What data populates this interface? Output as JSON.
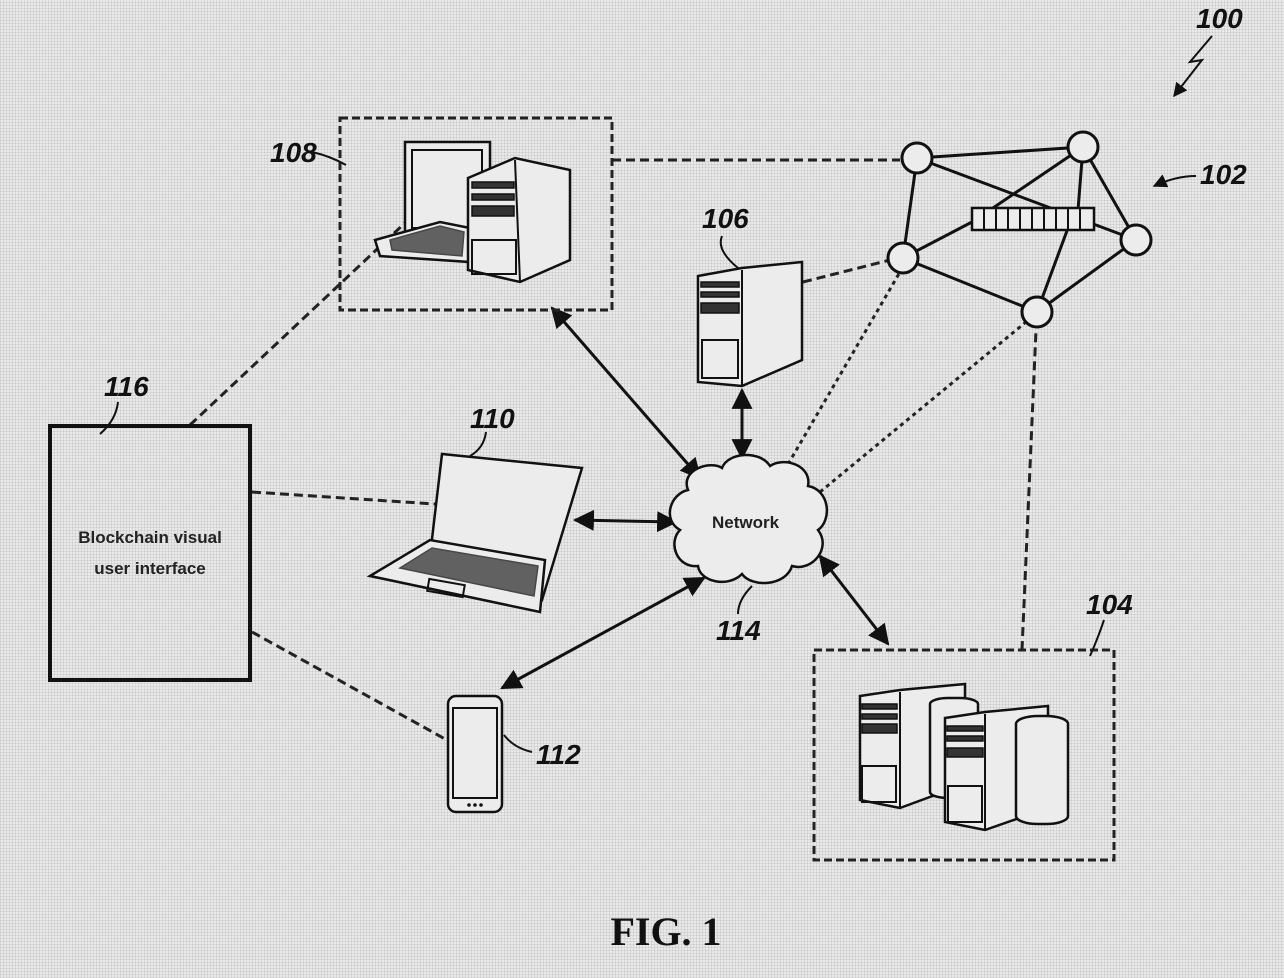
{
  "figure": {
    "caption": "FIG. 1",
    "system_ref": "100"
  },
  "components": {
    "blockchain_network": {
      "ref": "102",
      "node_count": 5
    },
    "server_cluster": {
      "ref": "104"
    },
    "server": {
      "ref": "106"
    },
    "desktop_computer": {
      "ref": "108"
    },
    "laptop": {
      "ref": "110"
    },
    "mobile_phone": {
      "ref": "112"
    },
    "network": {
      "ref": "114",
      "label": "Network"
    },
    "visual_ui": {
      "ref": "116",
      "label_line1": "Blockchain visual",
      "label_line2": "user interface"
    }
  },
  "connections": [
    {
      "from": "desktop_computer",
      "to": "network",
      "style": "solid-bidirectional"
    },
    {
      "from": "laptop",
      "to": "network",
      "style": "solid-bidirectional"
    },
    {
      "from": "mobile_phone",
      "to": "network",
      "style": "solid-bidirectional"
    },
    {
      "from": "server",
      "to": "network",
      "style": "solid-bidirectional"
    },
    {
      "from": "server_cluster",
      "to": "network",
      "style": "solid-bidirectional"
    },
    {
      "from": "visual_ui",
      "to": "desktop_computer",
      "style": "dashed"
    },
    {
      "from": "visual_ui",
      "to": "laptop",
      "style": "dashed"
    },
    {
      "from": "visual_ui",
      "to": "mobile_phone",
      "style": "dashed"
    },
    {
      "from": "desktop_computer",
      "to": "blockchain_network",
      "style": "dashed"
    },
    {
      "from": "server",
      "to": "blockchain_network",
      "style": "dotted"
    },
    {
      "from": "network",
      "to": "blockchain_network",
      "style": "dotted"
    },
    {
      "from": "server_cluster",
      "to": "blockchain_network",
      "style": "dashed"
    }
  ]
}
